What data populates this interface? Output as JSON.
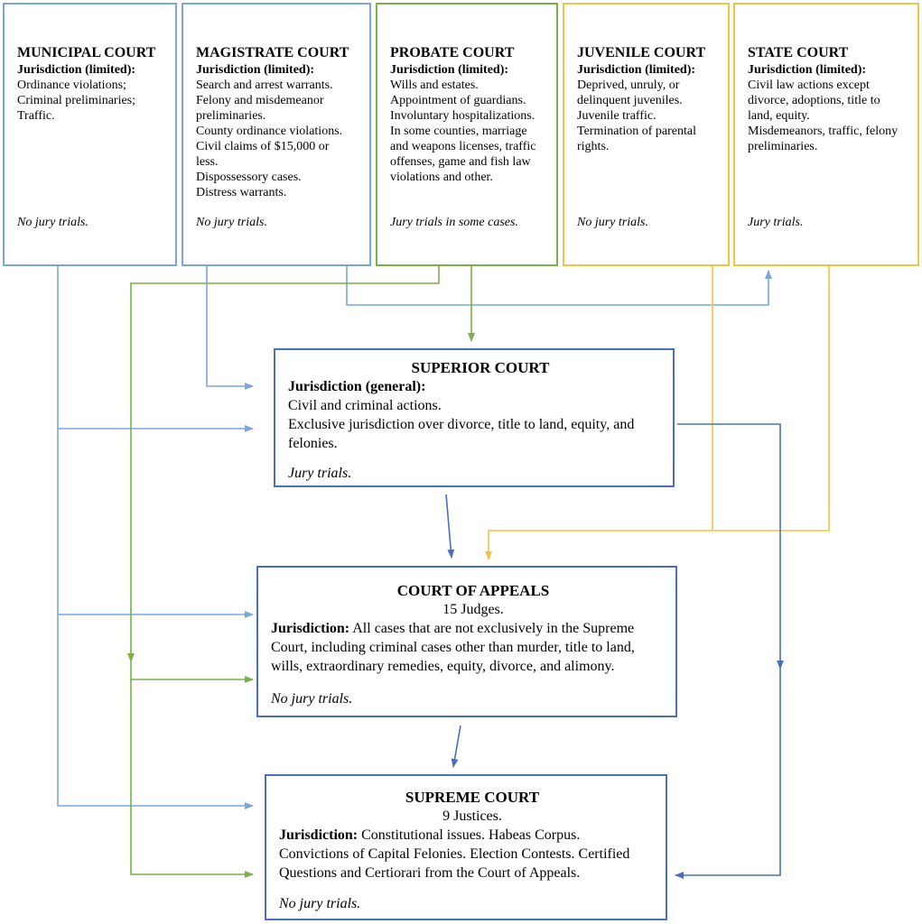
{
  "courts": {
    "municipal": {
      "title": "MUNICIPAL COURT",
      "jurisdiction": "Jurisdiction (limited):",
      "lines": [
        "Ordinance violations;",
        "Criminal preliminaries;",
        "Traffic."
      ],
      "jury": "No jury trials."
    },
    "magistrate": {
      "title": "MAGISTRATE COURT",
      "jurisdiction": "Jurisdiction (limited):",
      "lines": [
        "Search and arrest warrants.",
        "Felony and misdemeanor",
        "preliminaries.",
        "County ordinance violations.",
        "Civil claims of $15,000 or",
        "less.",
        "Dispossessory cases.",
        "Distress warrants."
      ],
      "jury": "No jury trials."
    },
    "probate": {
      "title": "PROBATE COURT",
      "jurisdiction": "Jurisdiction (limited):",
      "lines": [
        "Wills and estates.",
        "Appointment of guardians.",
        "Involuntary hospitalizations.",
        "In some counties, marriage",
        "and weapons licenses, traffic",
        "offenses, game and fish law",
        "violations and other."
      ],
      "jury": "Jury trials in some cases."
    },
    "juvenile": {
      "title": "JUVENILE COURT",
      "jurisdiction": "Jurisdiction (limited):",
      "lines": [
        "Deprived, unruly, or",
        "delinquent juveniles.",
        "Juvenile traffic.",
        "Termination of parental",
        "rights."
      ],
      "jury": "No jury trials."
    },
    "state": {
      "title": "STATE COURT",
      "jurisdiction": "Jurisdiction (limited):",
      "lines": [
        "Civil law actions except",
        "divorce, adoptions, title to",
        "land, equity.",
        "Misdemeanors, traffic, felony",
        "preliminaries."
      ],
      "jury": "Jury trials."
    },
    "superior": {
      "title": "SUPERIOR COURT",
      "jurisdiction": "Jurisdiction (general):",
      "lines": [
        "Civil and criminal actions.",
        "Exclusive jurisdiction over divorce, title to land, equity, and",
        "felonies."
      ],
      "jury": "Jury trials."
    },
    "appeals": {
      "title": "COURT OF APPEALS",
      "judges": "15 Judges.",
      "jurisdiction": "Jurisdiction:",
      "lines": [
        "All cases that are not exclusively in the Supreme",
        "Court, including criminal cases other than murder, title to land,",
        "wills, extraordinary remedies, equity, divorce, and alimony."
      ],
      "jury": "No jury trials."
    },
    "supreme": {
      "title": "SUPREME COURT",
      "judges": "9 Justices.",
      "jurisdiction": "Jurisdiction:",
      "lines": [
        "Constitutional issues. Habeas Corpus.",
        "Convictions of Capital Felonies. Election Contests. Certified",
        "Questions and Certiorari from the Court of Appeals."
      ],
      "jury": "No jury trials."
    }
  },
  "colors": {
    "blue": "#7aa6dc",
    "green": "#79b04a",
    "yellow": "#f5c242",
    "navy": "#4a6fc0"
  }
}
